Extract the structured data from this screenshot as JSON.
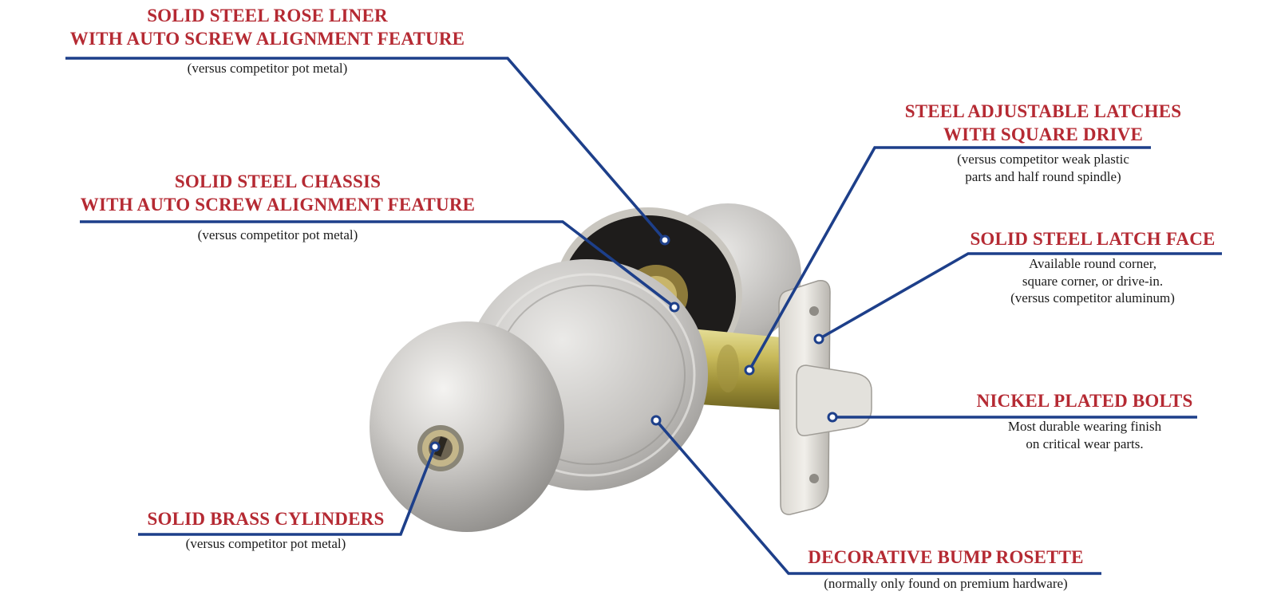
{
  "colors": {
    "title": "#b52a33",
    "leader_line": "#1d3f8a",
    "body_text": "#1b1b1b",
    "background": "#ffffff"
  },
  "callouts": {
    "rose_liner": {
      "title_1": "SOLID STEEL ROSE LINER",
      "title_2": "WITH AUTO SCREW ALIGNMENT FEATURE",
      "note_1": "(versus competitor pot metal)"
    },
    "chassis": {
      "title_1": "SOLID STEEL CHASSIS",
      "title_2": "WITH AUTO SCREW ALIGNMENT FEATURE",
      "note_1": "(versus competitor pot metal)"
    },
    "cylinders": {
      "title_1": "SOLID BRASS CYLINDERS",
      "note_1": "(versus competitor pot metal)"
    },
    "latches": {
      "title_1": "STEEL ADJUSTABLE LATCHES",
      "title_2": "WITH SQUARE DRIVE",
      "note_1": "(versus competitor weak plastic",
      "note_2": "parts and half round spindle)"
    },
    "latch_face": {
      "title_1": "SOLID STEEL LATCH FACE",
      "note_1": "Available round corner,",
      "note_2": "square corner, or drive-in.",
      "note_3": "(versus competitor aluminum)"
    },
    "bolts": {
      "title_1": "NICKEL PLATED BOLTS",
      "note_1": "Most durable wearing finish",
      "note_2": "on critical wear parts."
    },
    "rosette": {
      "title_1": "DECORATIVE BUMP ROSETTE",
      "note_1": "(normally only found on premium hardware)"
    }
  }
}
